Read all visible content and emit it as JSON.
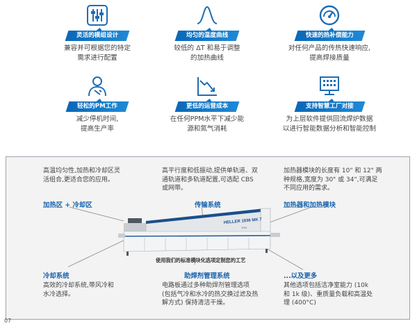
{
  "features": [
    {
      "icon": "sliders-icon",
      "title": "灵活的模组设计",
      "lines": [
        "兼容并可根据您的特定",
        "需求进行配置"
      ]
    },
    {
      "icon": "bell-curve-icon",
      "title": "均匀的温度曲线",
      "lines": [
        "较低的 ΔT 和易于调整",
        "的加热曲线"
      ]
    },
    {
      "icon": "gauge-icon",
      "title": "快速的热补偿能力",
      "lines": [
        "对任何产品的传热快速响应,",
        "提高焊接质量"
      ]
    },
    {
      "icon": "technician-icon",
      "title": "轻松的PM工作",
      "lines": [
        "减少停机时间,",
        "提高生产率"
      ]
    },
    {
      "icon": "decline-chart-icon",
      "title": "更低的运营成本",
      "lines": [
        "在任何PPM水平下减少能",
        "源和氮气消耗"
      ]
    },
    {
      "icon": "data-monitor-icon",
      "title": "支持智慧工厂对接",
      "lines": [
        "为上层软件提供回流焊炉数据",
        "以进行智能数据分析和智能控制"
      ]
    }
  ],
  "machine": {
    "top_left": {
      "lines": [
        "高温均匀性,加热和冷却区灵",
        "活组合,更适合您的应用。"
      ],
      "heading": "加热区 + 冷却区"
    },
    "top_mid": {
      "lines": [
        "高平行度和低振动,提供单轨道、双",
        "通轨道和多轨道配置,可选配 CBS",
        "或网带。"
      ],
      "heading": "传输系统"
    },
    "top_right": {
      "lines": [
        "加热器模块的长度有 10\" 和 12\" 两",
        "种规格,宽度为 30\" 或 34\",可满足",
        "不同应用的需求。"
      ],
      "heading": "加热器和加热模块"
    },
    "bottom_left": {
      "heading": "冷却系统",
      "lines": [
        "高效的冷却系统,带风冷和",
        "水冷选择。"
      ]
    },
    "bottom_mid": {
      "heading": "助焊剂管理系统",
      "lines": [
        "电路板通过多种助焊剂管理选项",
        "(包括气冷和水冷的热交换过滤及热",
        "解方式) 保持清洁干燥。"
      ]
    },
    "bottom_right": {
      "heading": "...以及更多",
      "lines": [
        "其他选项包括洁净室能力 (10k",
        "和 1k 级)、重质量负载和高温处",
        "理 (400°C)"
      ]
    },
    "caption": "使用我们的标准模块化选项定制您的工艺",
    "label": "HELLER 1936 MK 7",
    "badge": "EXS"
  },
  "page_number": "07",
  "colors": {
    "accent": "#0a68b8",
    "heading": "#1b64ad",
    "icon": "#1f6cb5"
  }
}
